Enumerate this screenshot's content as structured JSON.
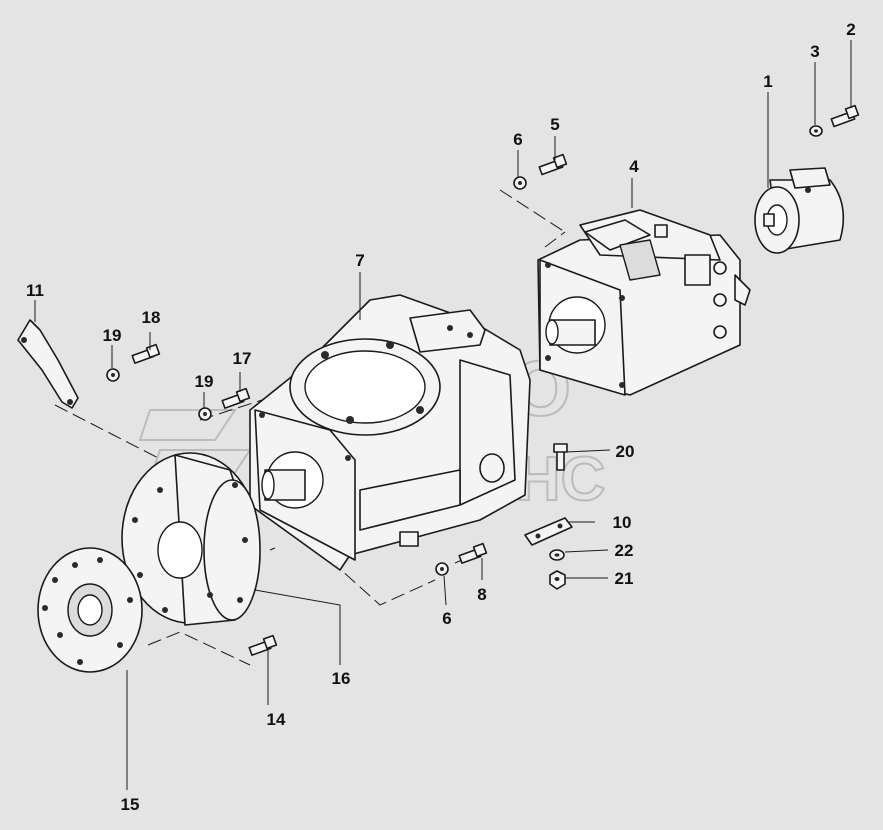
{
  "callouts": [
    "1",
    "2",
    "3",
    "4",
    "5",
    "6",
    "7",
    "8",
    "10",
    "11",
    "14",
    "15",
    "16",
    "17",
    "18",
    "19",
    "20",
    "21",
    "22"
  ],
  "watermark": {
    "line1": "АВТО",
    "line2": "АЛЬЯНС"
  }
}
